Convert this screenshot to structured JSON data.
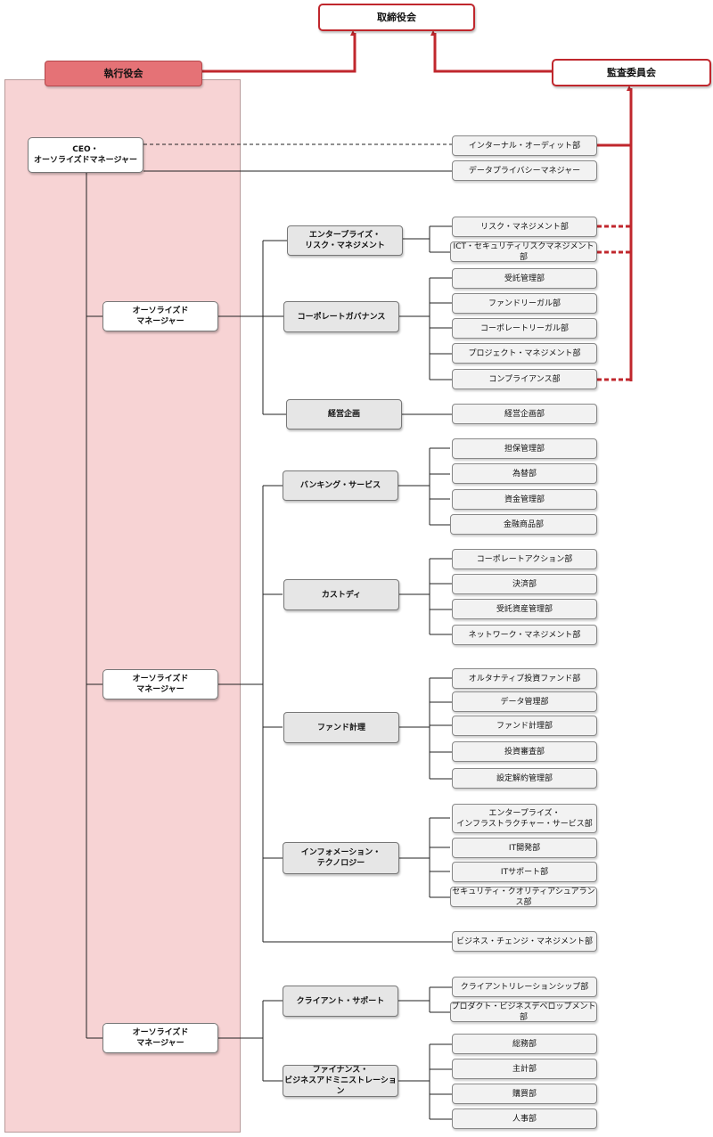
{
  "top": {
    "board": "取締役会",
    "audit_committee": "監査委員会",
    "executive_committee": "執行役会"
  },
  "ceo": "CEO・\nオーソライズドマネージャー",
  "direct": {
    "internal_audit": "インターナル・オーディット部",
    "data_privacy": "データプライバシーマネジャー"
  },
  "managers": [
    "オーソライズド\nマネージャー",
    "オーソライズド\nマネージャー",
    "オーソライズド\nマネージャー"
  ],
  "divisions": {
    "erm": "エンタープライズ・\nリスク・マネジメント",
    "corp_gov": "コーポレートガバナンス",
    "planning": "経営企画",
    "banking": "バンキング・サービス",
    "custody": "カストディ",
    "fund_acct": "ファンド計理",
    "it": "インフォメーション・\nテクノロジー",
    "client": "クライアント・サポート",
    "finance": "ファイナンス・\nビジネスアドミニストレーション"
  },
  "depts": {
    "risk_mgmt": "リスク・マネジメント部",
    "ict_risk": "ICT・セキュリティリスクマネジメント部",
    "trust_admin": "受託管理部",
    "fund_legal": "ファンドリーガル部",
    "corp_legal": "コーポレートリーガル部",
    "project_mgmt": "プロジェクト・マネジメント部",
    "compliance": "コンプライアンス部",
    "planning_dept": "経営企画部",
    "collateral": "担保管理部",
    "fx": "為替部",
    "cash_mgmt": "資金管理部",
    "fin_products": "金融商品部",
    "corp_action": "コーポレートアクション部",
    "settlement": "決済部",
    "trust_asset": "受託資産管理部",
    "network_mgmt": "ネットワーク・マネジメント部",
    "alt_fund": "オルタナティブ投資ファンド部",
    "data_mgmt": "データ管理部",
    "fund_acct_dept": "ファンド計理部",
    "inv_review": "投資審査部",
    "setup_cancel": "設定解約管理部",
    "ent_infra": "エンタープライズ・\nインフラストラクチャー・サービス部",
    "it_dev": "IT開発部",
    "it_support": "ITサポート部",
    "sec_quality": "セキュリティ・クオリティアシュアランス部",
    "biz_change": "ビジネス・チェンジ・マネジメント部",
    "client_rel": "クライアントリレーションシップ部",
    "product_dev": "プロダクト・ビジネスデベロップメント部",
    "general_affairs": "総務部",
    "accounting": "主計部",
    "purchasing": "購買部",
    "hr": "人事部"
  },
  "colors": {
    "accent_red": "#c0272d",
    "exec_fill": "#e57276",
    "panel_fill": "#f7d3d4"
  }
}
